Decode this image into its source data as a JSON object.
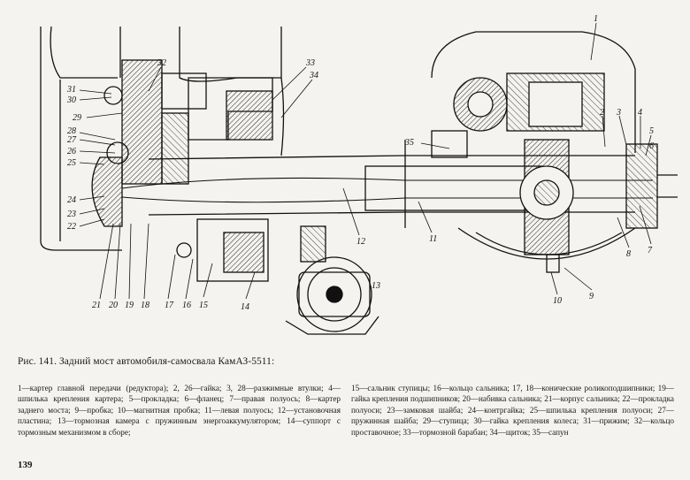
{
  "figure": {
    "callouts": [
      {
        "id": "c1",
        "label": "1"
      },
      {
        "id": "c2",
        "label": "2"
      },
      {
        "id": "c3",
        "label": "3"
      },
      {
        "id": "c4",
        "label": "4"
      },
      {
        "id": "c5",
        "label": "5"
      },
      {
        "id": "c6",
        "label": "6"
      },
      {
        "id": "c7",
        "label": "7"
      },
      {
        "id": "c8",
        "label": "8"
      },
      {
        "id": "c9",
        "label": "9"
      },
      {
        "id": "c10",
        "label": "10"
      },
      {
        "id": "c11",
        "label": "11"
      },
      {
        "id": "c12",
        "label": "12"
      },
      {
        "id": "c13",
        "label": "13"
      },
      {
        "id": "c14",
        "label": "14"
      },
      {
        "id": "c15",
        "label": "15"
      },
      {
        "id": "c16",
        "label": "16"
      },
      {
        "id": "c17",
        "label": "17"
      },
      {
        "id": "c18",
        "label": "18"
      },
      {
        "id": "c19",
        "label": "19"
      },
      {
        "id": "c20",
        "label": "20"
      },
      {
        "id": "c21",
        "label": "21"
      },
      {
        "id": "c22",
        "label": "22"
      },
      {
        "id": "c23",
        "label": "23"
      },
      {
        "id": "c24",
        "label": "24"
      },
      {
        "id": "c25",
        "label": "25"
      },
      {
        "id": "c26",
        "label": "26"
      },
      {
        "id": "c27",
        "label": "27"
      },
      {
        "id": "c28",
        "label": "28"
      },
      {
        "id": "c29",
        "label": "29"
      },
      {
        "id": "c30",
        "label": "30"
      },
      {
        "id": "c31",
        "label": "31"
      },
      {
        "id": "c32",
        "label": "32"
      },
      {
        "id": "c33",
        "label": "33"
      },
      {
        "id": "c34",
        "label": "34"
      },
      {
        "id": "c35",
        "label": "35"
      }
    ]
  },
  "caption": {
    "title": "Рис. 141. Задний мост автомобиля-самосвала КамАЗ-5511:",
    "col1": "1—картер главной передачи (редуктора); 2, 26—гайка; 3, 28—разжимные втулки; 4—шпилька крепления картера; 5—прокладка; 6—фланец; 7—правая полуось; 8—картер заднего моста; 9—пробка; 10—магнитная пробка; 11—левая полуось; 12—установочная пластина; 13—тормозная камера с пружинным энергоаккумулятором; 14—суппорт с тормозным механизмом в сборе;",
    "col2": "15—сальник ступицы; 16—кольцо сальника; 17, 18—конические роликоподшипники; 19—гайка крепления подшипников; 20—набивка сальника; 21—корпус сальника; 22—прокладка полуоси; 23—замковая шайба; 24—контргайка; 25—шпилька крепления полуоси; 27—пружинная шайба; 29—ступица; 30—гайка крепления колеса; 31—прижим; 32—кольцо проставочное; 33—тормозной барабан; 34—щиток; 35—сапун"
  },
  "page_number": "139"
}
